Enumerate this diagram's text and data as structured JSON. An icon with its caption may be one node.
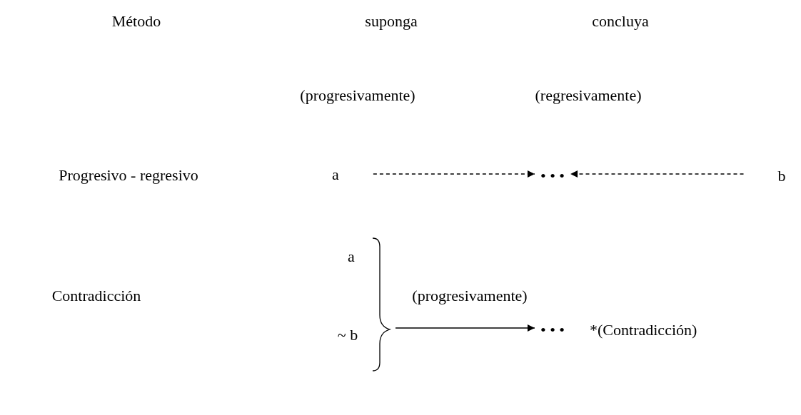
{
  "diagram": {
    "nodes": [
      {
        "text": [
          "a"
        ]
      },
      {
        "text": [
          "• • •"
        ]
      },
      {
        "text": [
          "b"
        ]
      },
      {
        "text": [
          "a"
        ]
      },
      {
        "text": [
          "~ b"
        ]
      },
      {
        "text": [],
        "shape": "brace"
      },
      {
        "text": [
          "• • •"
        ],
        "beside": [
          "*(Contradicción)"
        ]
      }
    ],
    "edges": [
      {
        "from": 0,
        "to": 1,
        "arrow": "to",
        "style": "dashed"
      },
      {
        "from": 2,
        "to": 1,
        "arrow": "to",
        "style": "dashed"
      },
      {
        "from": 5,
        "to": 6,
        "arrow": "to",
        "label": "(progresivamente)"
      }
    ],
    "labels": [
      "Método",
      "suponga",
      "concluya",
      "(progresivamente)",
      "(regresivamente)",
      "Progresivo - regresivo",
      "Contradicción"
    ]
  }
}
